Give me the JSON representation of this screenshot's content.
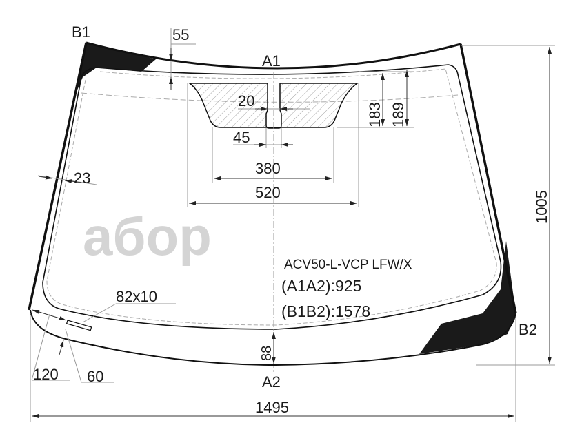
{
  "watermark": "aбop",
  "points": {
    "b1": "B1",
    "b2": "B2",
    "a1": "A1",
    "a2": "A2"
  },
  "dimensions": {
    "top_edge_offset": "55",
    "slot_width": "20",
    "mirror_base_width": "45",
    "band_height_inner": "183",
    "band_height_outer": "189",
    "area_width_inner": "380",
    "area_width_outer": "520",
    "side_band": "23",
    "total_height": "1005",
    "bottom_band": "88",
    "vin_offset_side": "120",
    "vin_offset_bottom": "60",
    "vin_window": "82x10",
    "total_width": "1495"
  },
  "part": {
    "code": "ACV50-L-VCP LFW/X",
    "a1a2": "(A1A2):925",
    "b1b2": "(B1B2):1578"
  },
  "colors": {
    "glass_frit": "#1a1a1a",
    "dimension_line": "#999999",
    "watermark": "#d4d4d4"
  }
}
